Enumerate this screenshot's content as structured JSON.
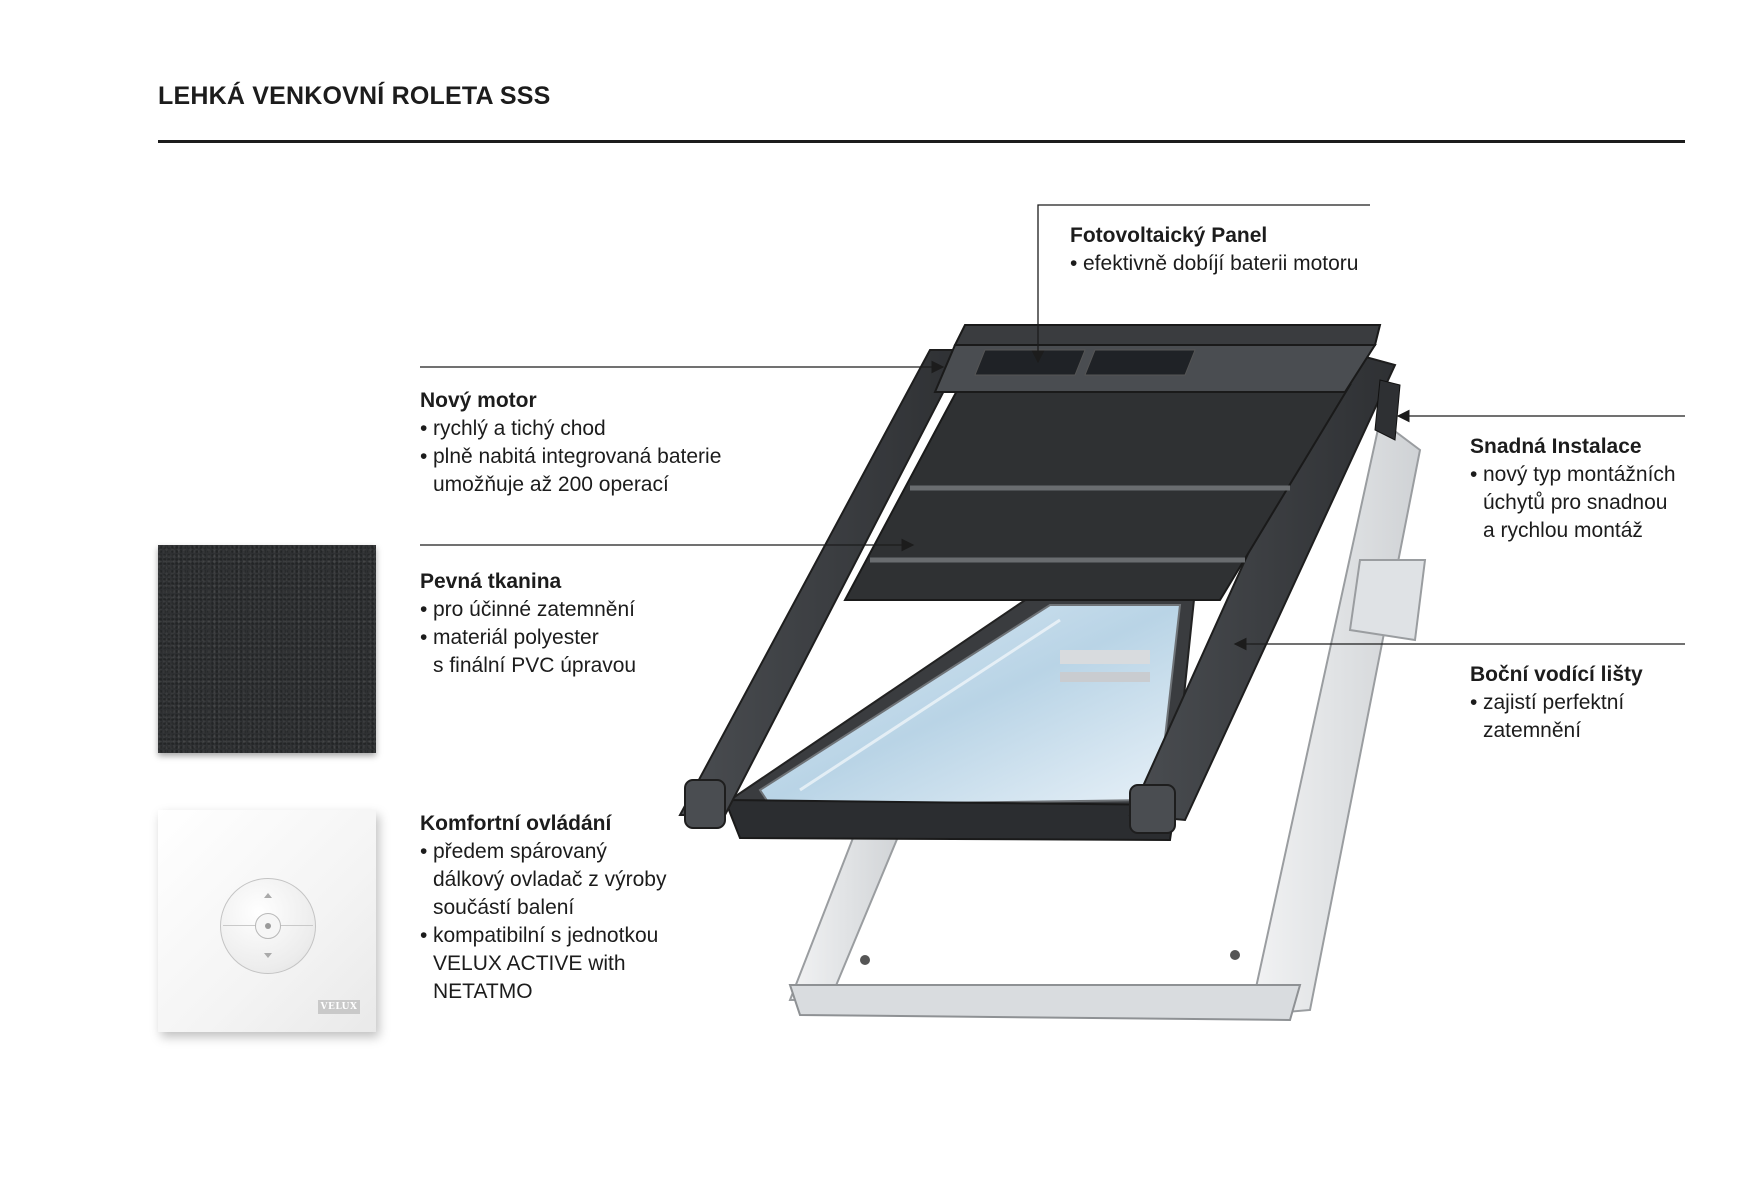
{
  "title": "LEHKÁ VENKOVNÍ ROLETA SSS",
  "brand_badge": "VELUX",
  "callouts": {
    "panel": {
      "heading": "Fotovoltaický Panel",
      "items": [
        "efektivně dobíjí baterii motoru"
      ]
    },
    "motor": {
      "heading": "Nový motor",
      "items": [
        "rychlý a tichý chod",
        "plně nabitá integrovaná baterie",
        " umožňuje až 200 operací"
      ]
    },
    "fabric": {
      "heading": "Pevná tkanina",
      "items": [
        "pro účinné zatemnění",
        "materiál polyester",
        " s finální PVC úpravou"
      ]
    },
    "control": {
      "heading": "Komfortní ovládání",
      "items": [
        "předem spárovaný",
        " dálkový ovladač z výroby",
        " součástí balení",
        "kompatibilní s jednotkou",
        " VELUX ACTIVE with",
        " NETATMO"
      ]
    },
    "install": {
      "heading": "Snadná Instalace",
      "items": [
        "nový typ montážních",
        " úchytů pro snadnou",
        " a rychlou montáž"
      ]
    },
    "rails": {
      "heading": "Boční vodící lišty",
      "items": [
        "zajistí perfektní",
        " zatemnění"
      ]
    }
  },
  "colors": {
    "frame_dark": "#3b3d40",
    "frame_light": "#e6e8ea",
    "fabric": "#2f3133",
    "glass": "#b9d4e6",
    "text": "#1c1c1c"
  }
}
